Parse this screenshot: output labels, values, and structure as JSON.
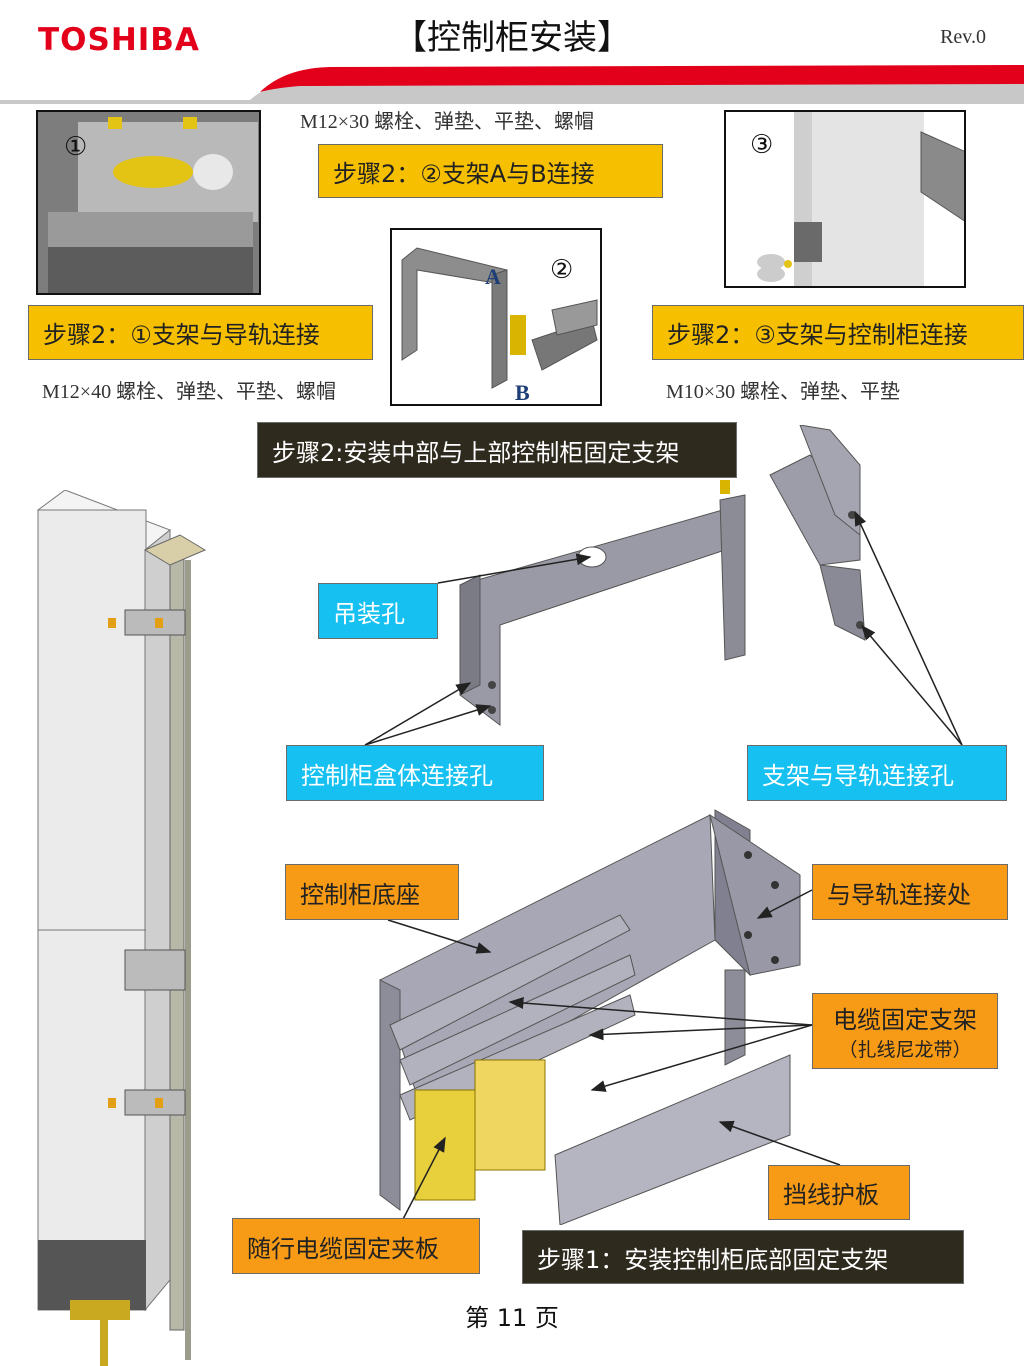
{
  "header": {
    "logo": "TOSHIBA",
    "title": "【控制柜安装】",
    "rev": "Rev.0"
  },
  "colors": {
    "brand_red": "#e2001a",
    "label_yellow": "#f6c000",
    "label_cyan": "#16c0f0",
    "label_orange": "#f79a15",
    "label_dark": "#2e2a1e"
  },
  "step2_sub": {
    "spec_m12x30": "M12×30  螺栓、弹垫、平垫、螺帽",
    "label_ab": "步骤2：②支架A与B连接",
    "label_rail": "步骤2：①支架与导轨连接",
    "spec_m12x40": "M12×40  螺栓、弹垫、平垫、螺帽",
    "label_cabinet": "步骤2：③支架与控制柜连接",
    "spec_m10x30": "M10×30  螺栓、弹垫、平垫",
    "circle1": "①",
    "circle2": "②",
    "circle3": "③",
    "part_a": "A",
    "part_b": "B"
  },
  "step2_main": {
    "heading": "步骤2:安装中部与上部控制柜固定支架",
    "lift_hole": "吊装孔",
    "box_holes": "控制柜盒体连接孔",
    "rail_holes": "支架与导轨连接孔"
  },
  "step1": {
    "base": "控制柜底座",
    "rail_joint": "与导轨连接处",
    "cable_bracket_line1": "电缆固定支架",
    "cable_bracket_line2": "（扎线尼龙带）",
    "guard_plate": "挡线护板",
    "clamp": "随行电缆固定夹板",
    "heading": "步骤1：安装控制柜底部固定支架"
  },
  "footer": {
    "page": "第 11 页"
  }
}
